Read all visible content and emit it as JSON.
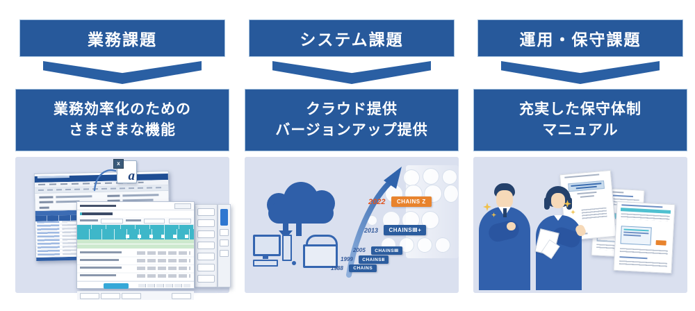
{
  "columns": [
    {
      "id": "business",
      "problem": "業務課題",
      "solution_lines": [
        "業務効率化のための",
        "さまざまな機能"
      ],
      "illustration": "overlapping application screenshots with export-to-file icon"
    },
    {
      "id": "system",
      "problem": "システム課題",
      "solution_lines": [
        "クラウド提供",
        "バージョンアップ提供"
      ],
      "illustration": "cloud with up/down arrows, desktop pc, laptop, product version timeline with growth arrow",
      "timeline": [
        {
          "year": "1988",
          "label": "CHAINS",
          "highlight": false
        },
        {
          "year": "1999",
          "label": "CHAINSⅡ",
          "highlight": false
        },
        {
          "year": "2005",
          "label": "CHAINSⅢ",
          "highlight": false
        },
        {
          "year": "2013",
          "label": "CHAINSⅢ+",
          "highlight": false
        },
        {
          "year": "2022",
          "label": "CHAINS Z",
          "highlight": true
        }
      ]
    },
    {
      "id": "operation",
      "problem": "運用・保守課題",
      "solution_lines": [
        "充実した保守体制",
        "マニュアル"
      ],
      "illustration": "support staff (man and woman) with sparkles and three manual document pages"
    }
  ],
  "export_icon": {
    "letter": "a",
    "mini_label": "x"
  },
  "colors": {
    "accent_blue": "#27599B",
    "arrow_blue": "#2A5FA3",
    "panel_blue": "#DAE0EF",
    "teal_table": "#3EB7C9",
    "green_row": "#CDE9CE",
    "orange_highlight": "#E8832D",
    "orange_year": "#E0531F",
    "suit_blue": "#3160AC",
    "sparkle_yellow": "#F0C04A"
  }
}
